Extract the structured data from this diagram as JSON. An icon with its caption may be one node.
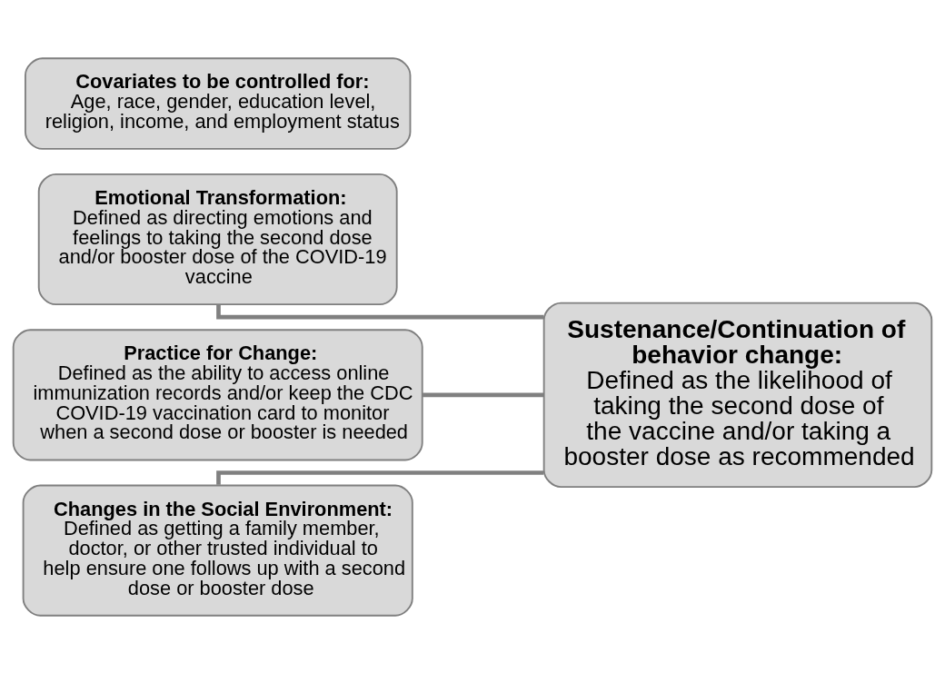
{
  "diagram": {
    "nodes": [
      {
        "text": [
          "Emotional Transformation:",
          "Defined as directing emotions and feelings to taking the second dose and/or booster dose of the COVID-19 vaccine"
        ]
      },
      {
        "text": [
          "Practice for Change:",
          "Defined as the ability to access online immunization records and/or keep the CDC COVID-19 vaccination card to monitor when a second dose or booster is needed"
        ]
      },
      {
        "text": [
          "Changes in the Social Environment:",
          "Defined as getting a family member, doctor, or other trusted individual to help ensure one follows up with a second dose or booster dose"
        ]
      },
      {
        "text": [
          "Covariates to be controlled for:",
          "Age, race, gender, education level, religion, income, and employment status"
        ]
      },
      {
        "text": [
          "Sustenance/Continuation of behavior change:",
          "Defined as the likelihood of taking the second dose of the vaccine and/or taking a booster dose as recommended"
        ]
      }
    ],
    "edges": [
      {
        "from": 0,
        "to": 4,
        "arrow": "none"
      },
      {
        "from": 1,
        "to": 4,
        "arrow": "none"
      },
      {
        "from": 2,
        "to": 4,
        "arrow": "none"
      }
    ]
  }
}
